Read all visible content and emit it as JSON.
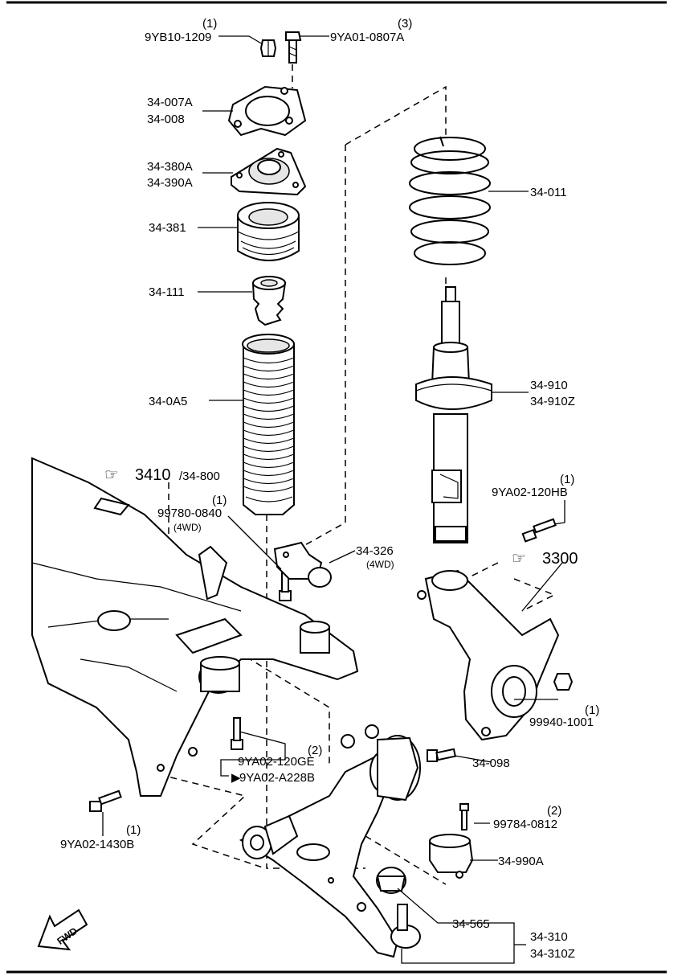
{
  "parts": {
    "nut_top": {
      "qty": "(1)",
      "number": "9YB10-1209"
    },
    "bolt_top": {
      "qty": "(3)",
      "number": "9YA01-0807A"
    },
    "mount_plate": {
      "number_a": "34-007A",
      "number_b": "34-008"
    },
    "mount_rubber": {
      "number_a": "34-380A",
      "number_b": "34-390A"
    },
    "bearing": {
      "number": "34-381"
    },
    "bump_stop": {
      "number": "34-111"
    },
    "dust_boot": {
      "number": "34-0A5"
    },
    "coil_spring": {
      "number": "34-011"
    },
    "strut": {
      "number_a": "34-910",
      "number_b": "34-910Z"
    },
    "bolt_strut": {
      "qty": "(1)",
      "number": "9YA02-120HB"
    },
    "crossmember_ref": {
      "ref": "3410",
      "number": "/34-800"
    },
    "bolt_4wd": {
      "qty": "(1)",
      "number": "99780-0840",
      "note": "(4WD)"
    },
    "bracket_4wd": {
      "number": "34-326",
      "note": "(4WD)"
    },
    "knuckle_ref": {
      "ref": "3300"
    },
    "nut_knuckle": {
      "qty": "(1)",
      "number": "99940-1001"
    },
    "bolt_knuckle": {
      "number": "34-098"
    },
    "bolt_arm": {
      "qty": "(2)",
      "number_a": "9YA02-120GE",
      "number_b": "9YA02-A228B"
    },
    "bolt_front": {
      "qty": "(1)",
      "number": "9YA02-1430B"
    },
    "bolt_bj": {
      "qty": "(2)",
      "number": "99784-0812"
    },
    "ball_joint": {
      "number": "34-990A"
    },
    "bushing": {
      "number": "34-565"
    },
    "lower_arm": {
      "number_a": "34-310",
      "number_b": "34-310Z"
    },
    "fwd": {
      "label": "FWD"
    }
  }
}
